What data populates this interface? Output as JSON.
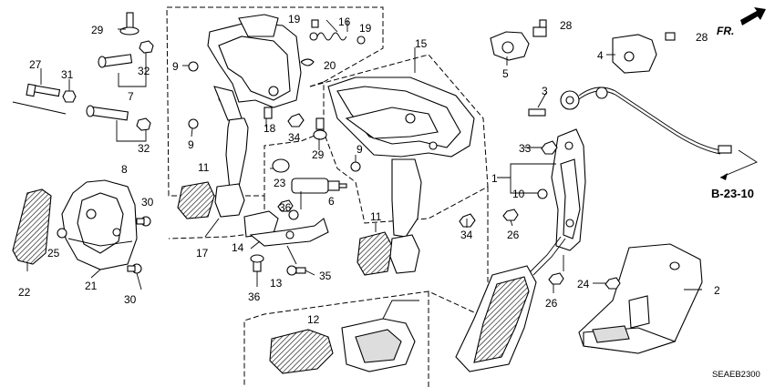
{
  "labels": {
    "l1": "1",
    "l2": "2",
    "l3": "3",
    "l4": "4",
    "l5": "5",
    "l6": "6",
    "l7": "7",
    "l8": "8",
    "l9a": "9",
    "l9b": "9",
    "l9c": "9",
    "l10": "10",
    "l11a": "11",
    "l11b": "11",
    "l12": "12",
    "l13": "13",
    "l14": "14",
    "l15": "15",
    "l16": "16",
    "l17": "17",
    "l18": "18",
    "l19a": "19",
    "l19b": "19",
    "l20": "20",
    "l21": "21",
    "l22": "22",
    "l23": "23",
    "l24": "24",
    "l25": "25",
    "l26a": "26",
    "l26b": "26",
    "l27": "27",
    "l28a": "28",
    "l28b": "28",
    "l29a": "29",
    "l29b": "29",
    "l30a": "30",
    "l30b": "30",
    "l31": "31",
    "l32a": "32",
    "l32b": "32",
    "l33": "33",
    "l34a": "34",
    "l34b": "34",
    "l35": "35",
    "l36a": "36",
    "l36b": "36"
  },
  "direction_label": "FR.",
  "section_ref": "B-23-10",
  "diagram_code": "SEAEB2300"
}
